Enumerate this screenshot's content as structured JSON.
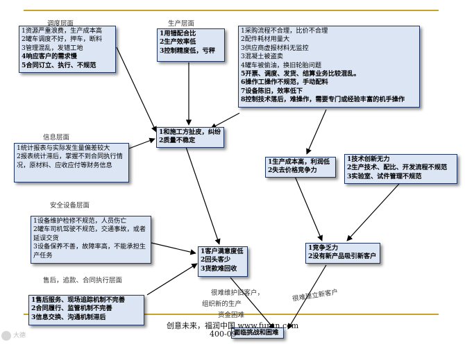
{
  "layer_labels": {
    "dispatch": "调度层面",
    "production": "生产层面",
    "information": "信息层面",
    "safety": "安全设备层面",
    "after_sales": "售后，追款、合同执行层面"
  },
  "boxes": {
    "dispatch": [
      "1资源严重浪费，生产成本高",
      "2罐车调度不好，押车，断料",
      "3管理混乱，发错工地",
      "4响应客户的需求慢",
      "5合同订立、执行、不规范"
    ],
    "production": [
      "1用错配合比",
      "2生产效率低",
      "3控制精度低，亏秤"
    ],
    "procurement": [
      "1采购流程不合理，比价不合理",
      "2配件耗材用量大",
      "3供应商虚报材料无监控",
      "3混凝土被盗卖",
      "4罐车被偷油，换旧轮胎问题",
      "5开票、调度、发货、结算业务比较混乱。",
      "6操作工操作不规范，手动配料",
      "7设备陈旧，效率低下",
      "8控制技术落后，难操作，需要专门或经验丰富的机手操作"
    ],
    "site": [
      "1和施工方扯皮，纠纷",
      "2质量不稳定"
    ],
    "information": [
      "1统计报表与实际发生量偏差较大",
      "2报表统计滞后，掌握不到合同执行情况，原材料、应收应付等财务信息"
    ],
    "cost": [
      "1生产成本高，利润低",
      "2失去价格竞争力"
    ],
    "tech": [
      "1技术创新无力",
      "2生产技术、配比、开发流程不规范",
      "3实验室、试件管理不规范"
    ],
    "safety": [
      "1设备维护检修不规范，人员伤亡",
      "2罐车司机驾驶不规范，交通事故，或者延误交货",
      "3设备保养不善，故障率高，不能承担生产任务"
    ],
    "customer": [
      "1客户满意度低",
      "2回头客少",
      "3货款难回收"
    ],
    "competition": [
      "1竞争乏力",
      "2没有新产品吸引新客户"
    ],
    "after_sales": [
      "1售后服务、现场追踪机制不完善",
      "2合同履行、监管机制不完善",
      "3信息交换、沟通机制滞后"
    ],
    "final": [
      "面临挑战和困难"
    ]
  },
  "notes": {
    "retain_customers": "很难维护旧客户，",
    "organize_production": "组织新的生产",
    "capital_difficulty": "资金困难",
    "new_customers": "很难建立新客户"
  },
  "footer": {
    "slogan": "创意未来，福润中国  www.furun.com",
    "phone": "400-09",
    "logo_text": "大德"
  },
  "colors": {
    "rule": "#c9a227",
    "box_fill": "#dbe5f4",
    "box_border": "#1e3560",
    "arrow": "#000000"
  }
}
